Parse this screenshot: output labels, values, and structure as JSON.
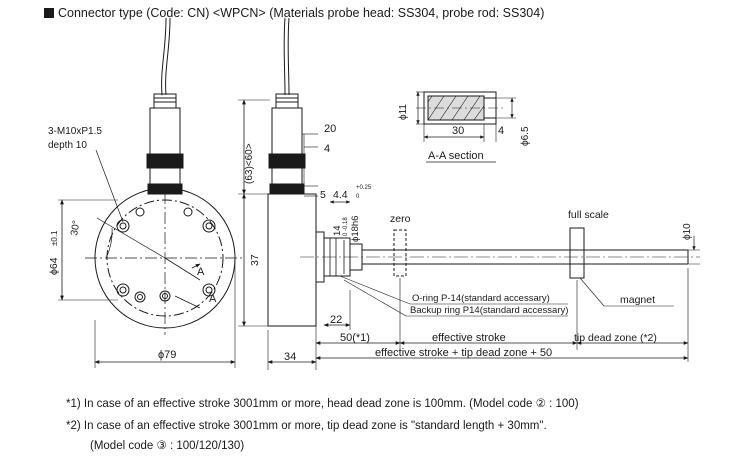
{
  "title": "Connector type (Code: CN) <WPCN> (Materials probe head: SS304, probe rod: SS304)",
  "labels": {
    "thread": "3-M10xP1.5",
    "depth": "depth 10",
    "angle": "30°",
    "dia64": "ϕ64",
    "tol64": "±0.1",
    "dia79": "ϕ79",
    "sectA1": "A",
    "sectA2": "A",
    "dim_63_60": "(63)<60>",
    "dim_37": "37",
    "dim_34": "34",
    "dim_20": "20",
    "dim_4": "4",
    "dim_5": "5",
    "dim_44": "4.4",
    "tol_44_up": "+0.25",
    "tol_44_lo": "0",
    "dim_14": "14",
    "tol_14": "0 -0.18",
    "dim_18h6": "ϕ18h6",
    "dim_22": "22",
    "dim_50": "50(*1)",
    "zero": "zero",
    "full_scale": "full scale",
    "dia10": "ϕ10",
    "oring": "O-ring P-14(standard accessary)",
    "backup": "Backup ring P14(standard accessary)",
    "magnet": "magnet",
    "eff_stroke": "effective stroke",
    "tip_dead": "tip dead zone (*2)",
    "total": "effective stroke + tip dead zone + 50",
    "sec_d11": "ϕ11",
    "sec_30": "30",
    "sec_4": "4",
    "sec_d65": "ϕ6.5",
    "sec_title": "A-A section"
  },
  "notes": {
    "n1": "*1) In case of an effective stroke 3001mm or more, head dead zone  is 100mm. (Model code ② : 100)",
    "n2": "*2) In case of an effective stroke 3001mm or more, tip dead zone is \"standard length + 30mm\".",
    "n3": "(Model code ③ : 100/120/130)"
  }
}
